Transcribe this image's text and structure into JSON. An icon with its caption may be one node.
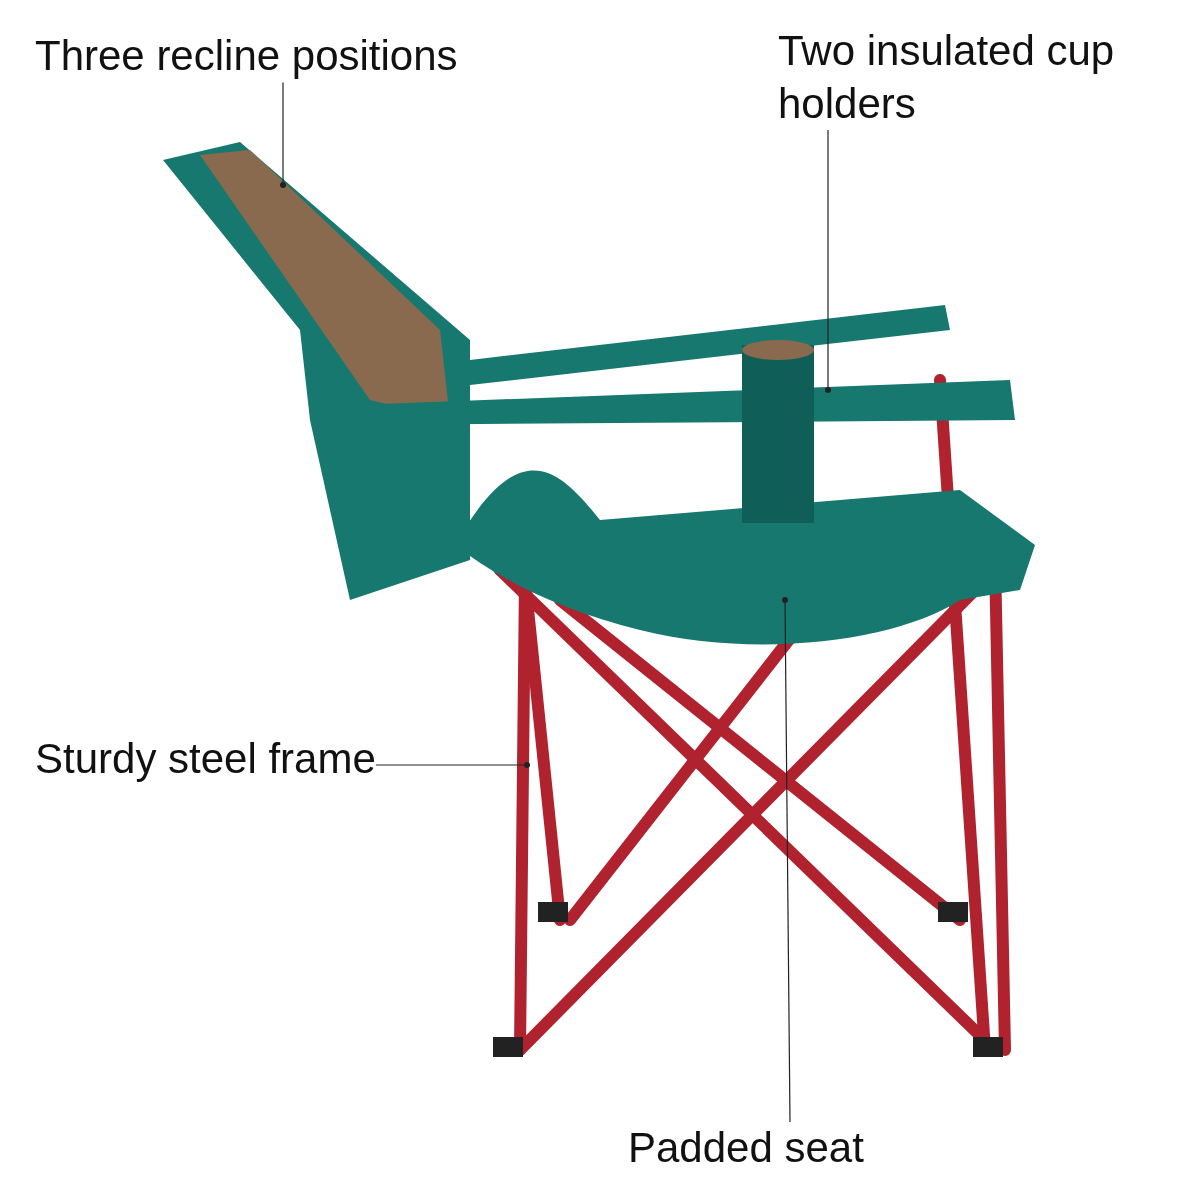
{
  "diagram": {
    "nodes": [
      {
        "text": [
          "Three recline positions"
        ]
      },
      {
        "text": [
          "Two insulated cup holders"
        ]
      },
      {
        "text": [
          "Sturdy steel frame"
        ]
      },
      {
        "text": [
          "Padded seat"
        ]
      }
    ],
    "edges": [
      {
        "from": 0,
        "to": null,
        "arrow": "other"
      },
      {
        "from": 1,
        "to": null,
        "arrow": "other"
      },
      {
        "from": 2,
        "to": null,
        "arrow": "other"
      },
      {
        "from": 3,
        "to": null,
        "arrow": "other"
      }
    ]
  }
}
